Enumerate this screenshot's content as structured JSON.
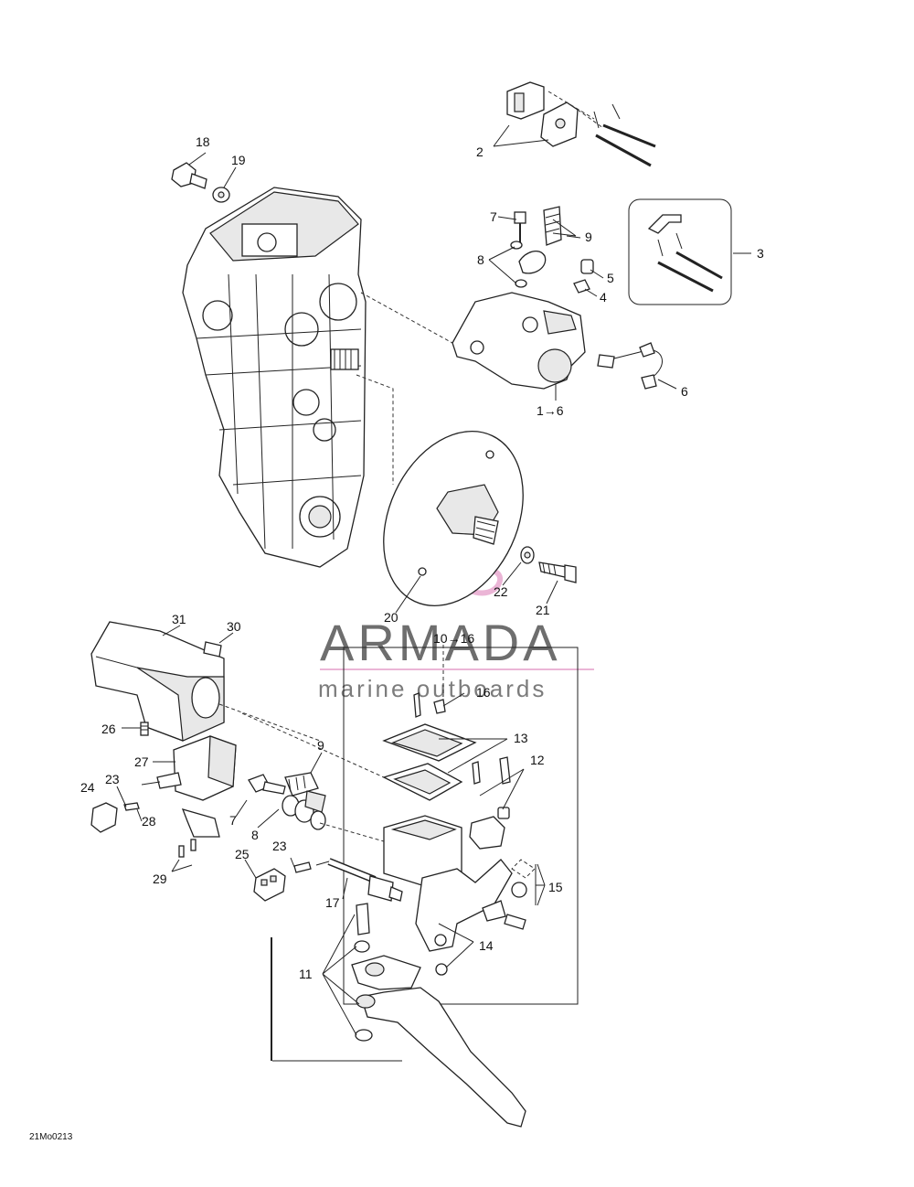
{
  "diagram_code": "21Mo0213",
  "watermark": {
    "name": "ARMADA",
    "tagline": "marine outboards",
    "accent_color": "#e8a9cf"
  },
  "callouts": {
    "c1": "2",
    "c2": "3",
    "c3": "18",
    "c4": "19",
    "c5": "7",
    "c6": "9",
    "c7": "8",
    "c8": "5",
    "c9": "4",
    "c10": "6",
    "c11": "1→6",
    "c12": "20",
    "c13": "22",
    "c14": "21",
    "c15": "31",
    "c16": "30",
    "c17": "10→16",
    "c18": "26",
    "c19": "27",
    "c20": "9",
    "c21": "16",
    "c22": "13",
    "c23": "12",
    "c24": "24",
    "c25": "23",
    "c26": "28",
    "c27": "7",
    "c28": "8",
    "c29": "25",
    "c30": "23",
    "c31": "29",
    "c32": "17",
    "c33": "15",
    "c34": "14",
    "c35": "11"
  }
}
